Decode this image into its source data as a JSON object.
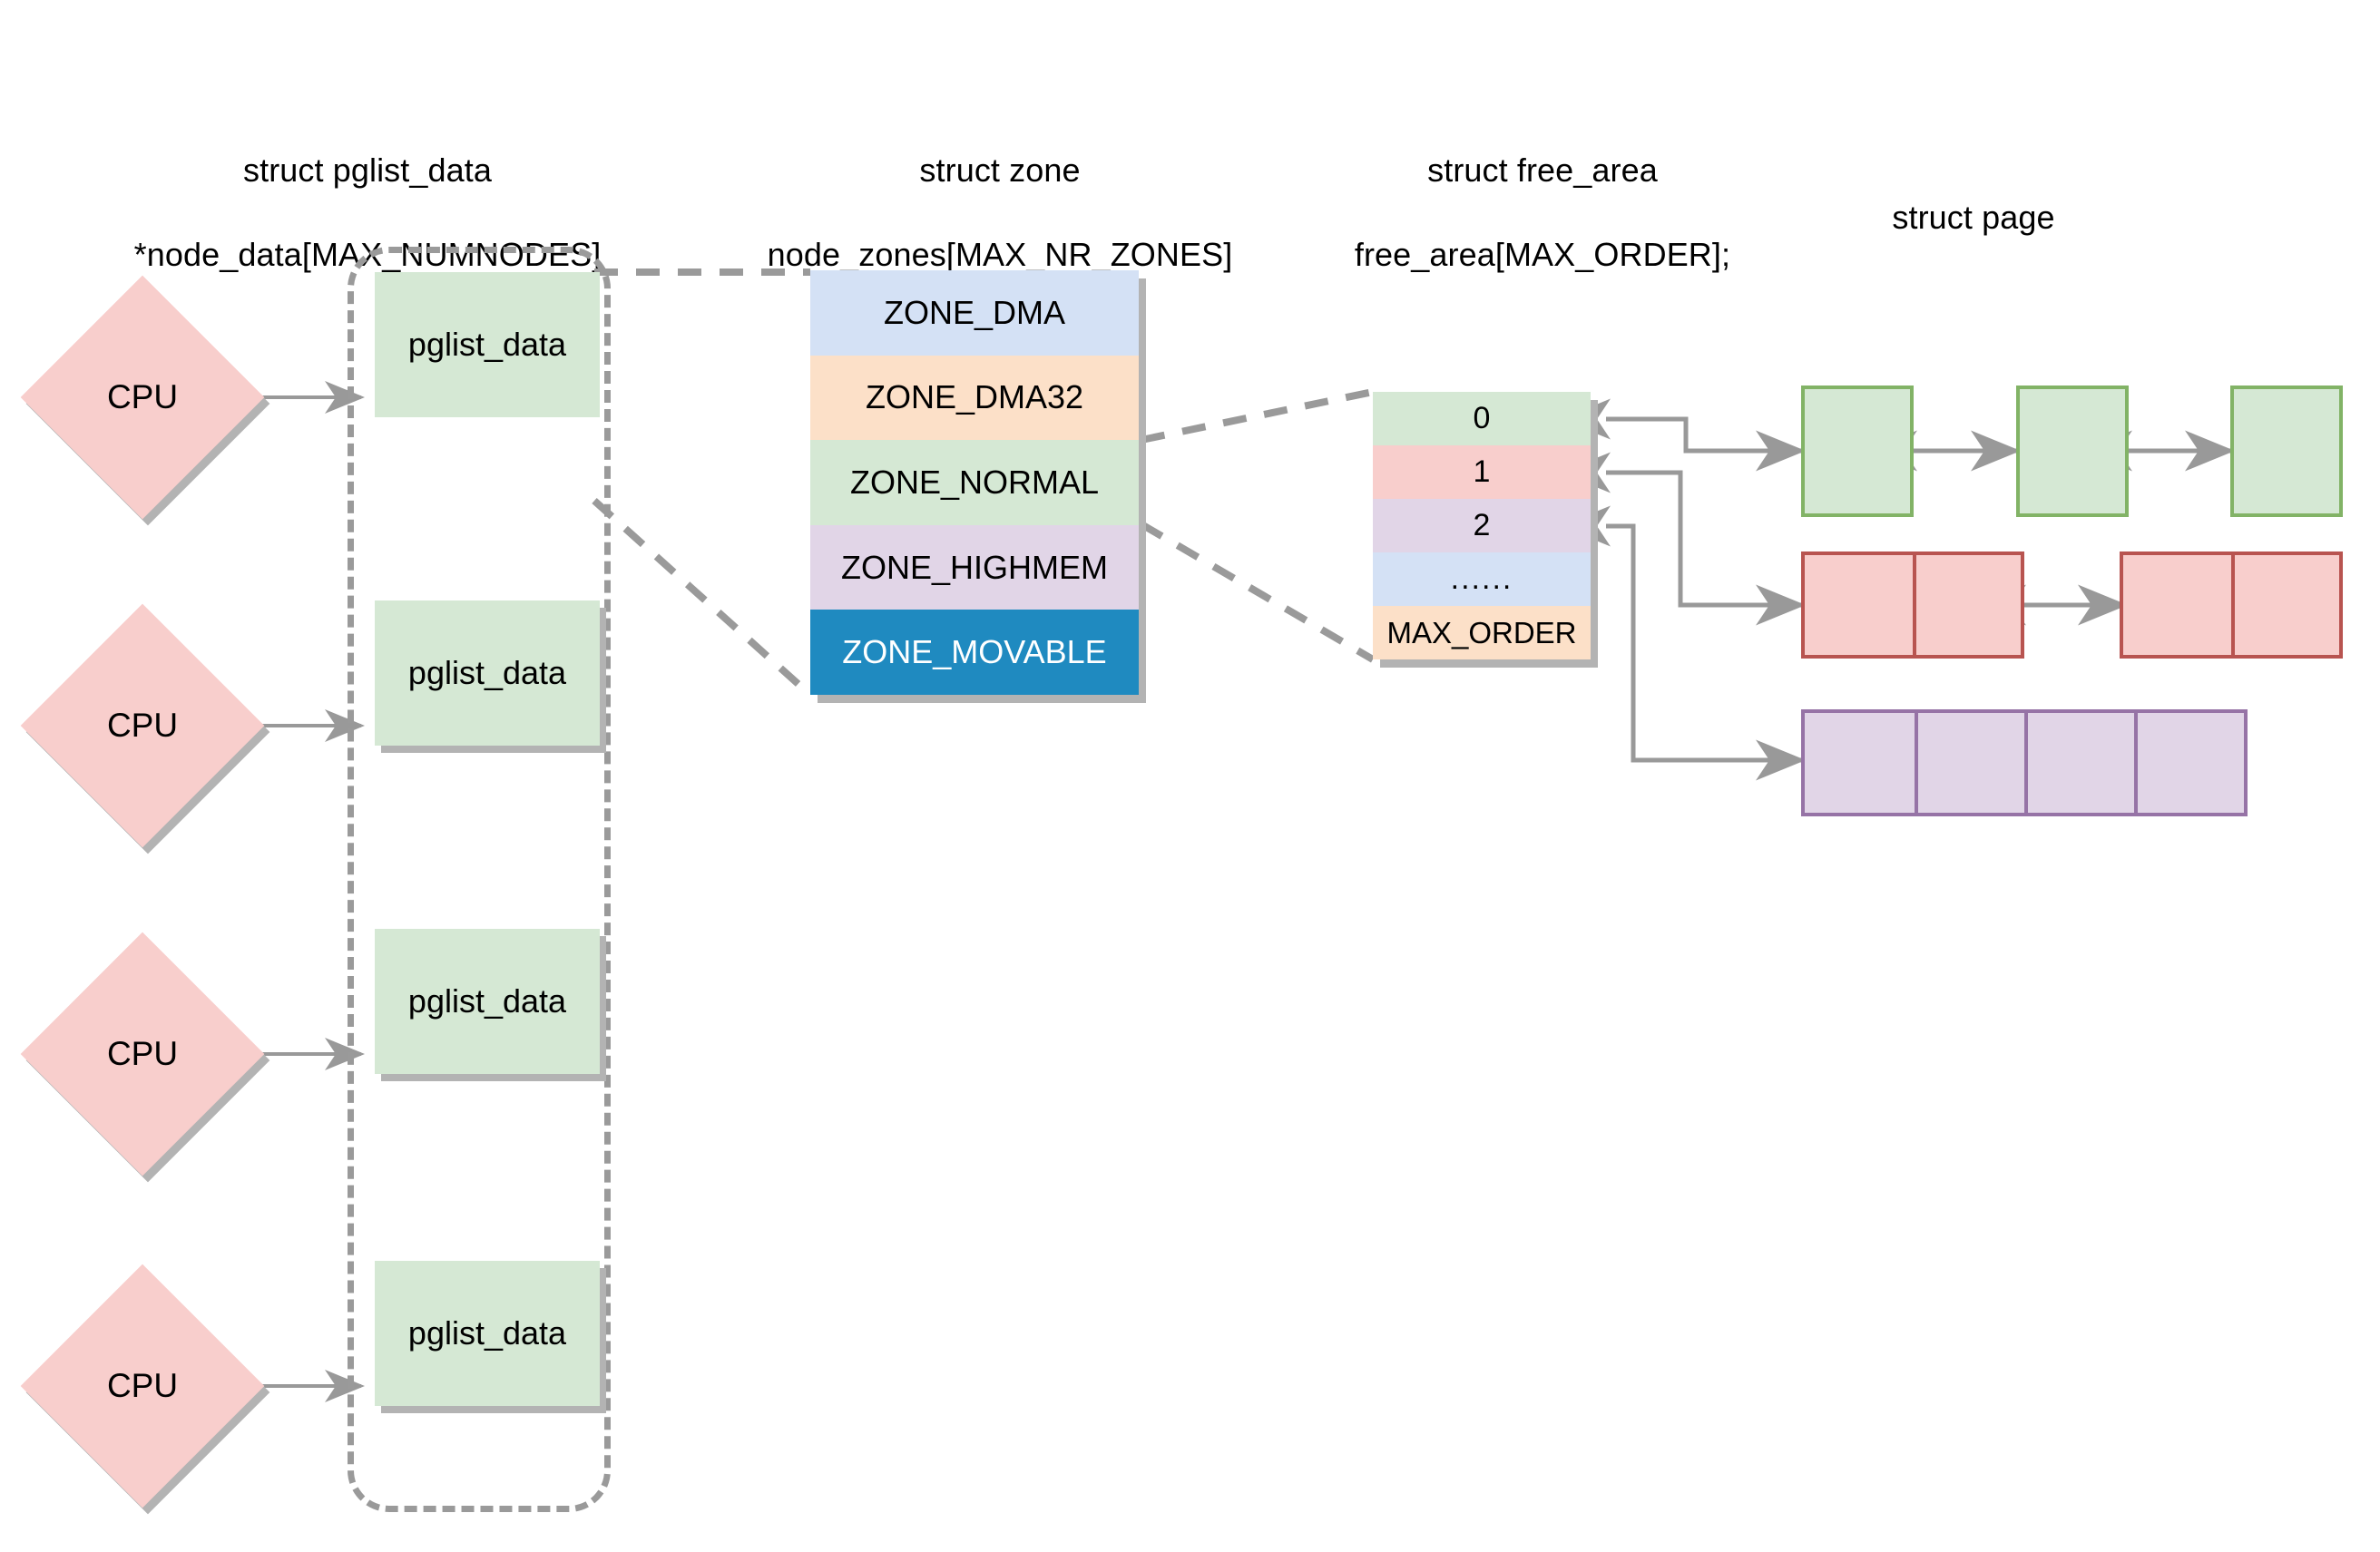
{
  "headers": [
    {
      "id": "pglist-data",
      "line1": "struct pglist_data",
      "line2": "*node_data[MAX_NUMNODES]"
    },
    {
      "id": "zone",
      "line1": "struct zone",
      "line2": "node_zones[MAX_NR_ZONES]"
    },
    {
      "id": "free-area",
      "line1": "struct free_area",
      "line2": "free_area[MAX_ORDER];"
    },
    {
      "id": "page",
      "line1": "struct page",
      "line2": ""
    }
  ],
  "cpus": [
    {
      "label": "CPU"
    },
    {
      "label": "CPU"
    },
    {
      "label": "CPU"
    },
    {
      "label": "CPU"
    }
  ],
  "nodes": [
    {
      "label": "pglist_data"
    },
    {
      "label": "pglist_data"
    },
    {
      "label": "pglist_data"
    },
    {
      "label": "pglist_data"
    }
  ],
  "zones": [
    {
      "label": "ZONE_DMA",
      "fill": "#d4e1f5",
      "text": "#000000"
    },
    {
      "label": "ZONE_DMA32",
      "fill": "#fce0c8",
      "text": "#000000"
    },
    {
      "label": "ZONE_NORMAL",
      "fill": "#d5e8d4",
      "text": "#000000"
    },
    {
      "label": "ZONE_HIGHMEM",
      "fill": "#e1d5e7",
      "text": "#000000"
    },
    {
      "label": "ZONE_MOVABLE",
      "fill": "#1f8ac0",
      "text": "#ffffff"
    }
  ],
  "free_area_orders": [
    {
      "label": "0",
      "fill": "#d5e8d4",
      "text": "#000000"
    },
    {
      "label": "1",
      "fill": "#f8cecc",
      "text": "#000000"
    },
    {
      "label": "2",
      "fill": "#e1d5e7",
      "text": "#000000"
    },
    {
      "label": "......",
      "fill": "#d4e1f5",
      "text": "#000000"
    },
    {
      "label": "MAX_ORDER",
      "fill": "#fce0c8",
      "text": "#000000"
    }
  ],
  "page_rows": [
    {
      "order": "0",
      "color_name": "green",
      "groups": [
        {
          "cells": 1
        },
        {
          "cells": 1
        },
        {
          "cells": 1
        }
      ]
    },
    {
      "order": "1",
      "color_name": "pink",
      "groups": [
        {
          "cells": 2
        },
        {
          "cells": 2
        }
      ]
    },
    {
      "order": "2",
      "color_name": "purple",
      "groups": [
        {
          "cells": 4
        }
      ]
    }
  ],
  "colors": {
    "zone_dma": "#d4e1f5",
    "zone_dma32": "#fce0c8",
    "zone_normal": "#d5e8d4",
    "zone_highmem": "#e1d5e7",
    "zone_movable": "#1f8ac0",
    "cpu_fill": "#f8cecc",
    "node_fill": "#d5e8d4",
    "shadow": "#b3b3b3",
    "connector": "#999999",
    "dashed_border": "#9a9a9a",
    "page_green_border": "#82b366",
    "page_pink_border": "#b85450",
    "page_purple_border": "#9673a6"
  }
}
